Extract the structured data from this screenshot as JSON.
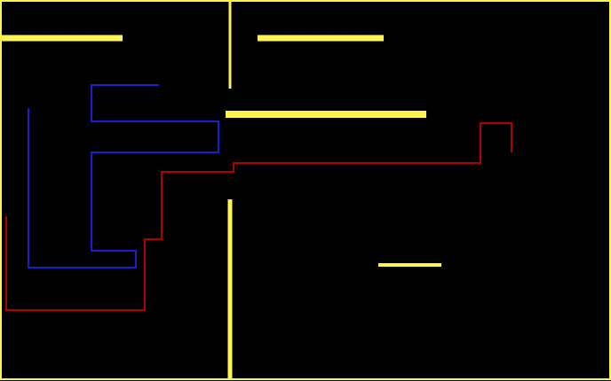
{
  "colors": {
    "background": "#000000",
    "wall": "#FFF34F",
    "blue_trail": "#1E1ECF",
    "red_trail": "#B00000"
  },
  "elements": {
    "playfield": "maze-playfield",
    "walls": "yellow-walls",
    "blue_trail": "blue-player-trail",
    "red_trail": "red-player-trail"
  }
}
